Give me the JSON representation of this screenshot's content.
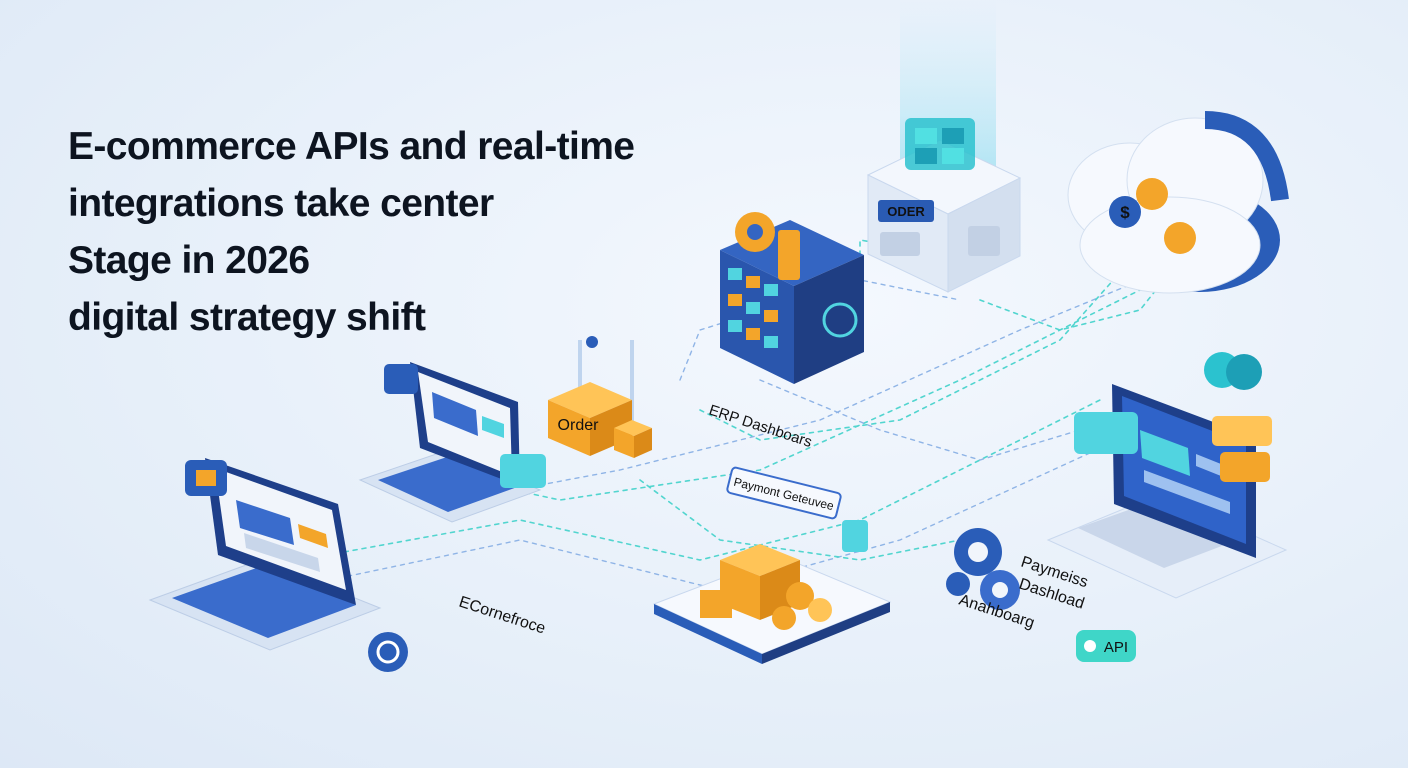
{
  "headline": {
    "line1": "E-commerce APIs and real-time",
    "line2": "integrations take center",
    "line3": "Stage in 2026",
    "line4": "digital strategy shift"
  },
  "labels": {
    "erp": "ERP Dashboars",
    "payment_gateway": "Paymont Geteuvee",
    "ecommerce": "ECornefroce",
    "payments_dashboard_1": "Paymeiss",
    "payments_dashboard_2": "Dashload",
    "analytics": "Anahboarg",
    "api": "API",
    "order_box": "Order",
    "order_server": "ODER"
  },
  "colors": {
    "background": "#e9f1fb",
    "navy": "#25457f",
    "blue": "#3565b8",
    "teal": "#3fd6c8",
    "orange": "#f3a52a",
    "white": "#ffffff"
  }
}
